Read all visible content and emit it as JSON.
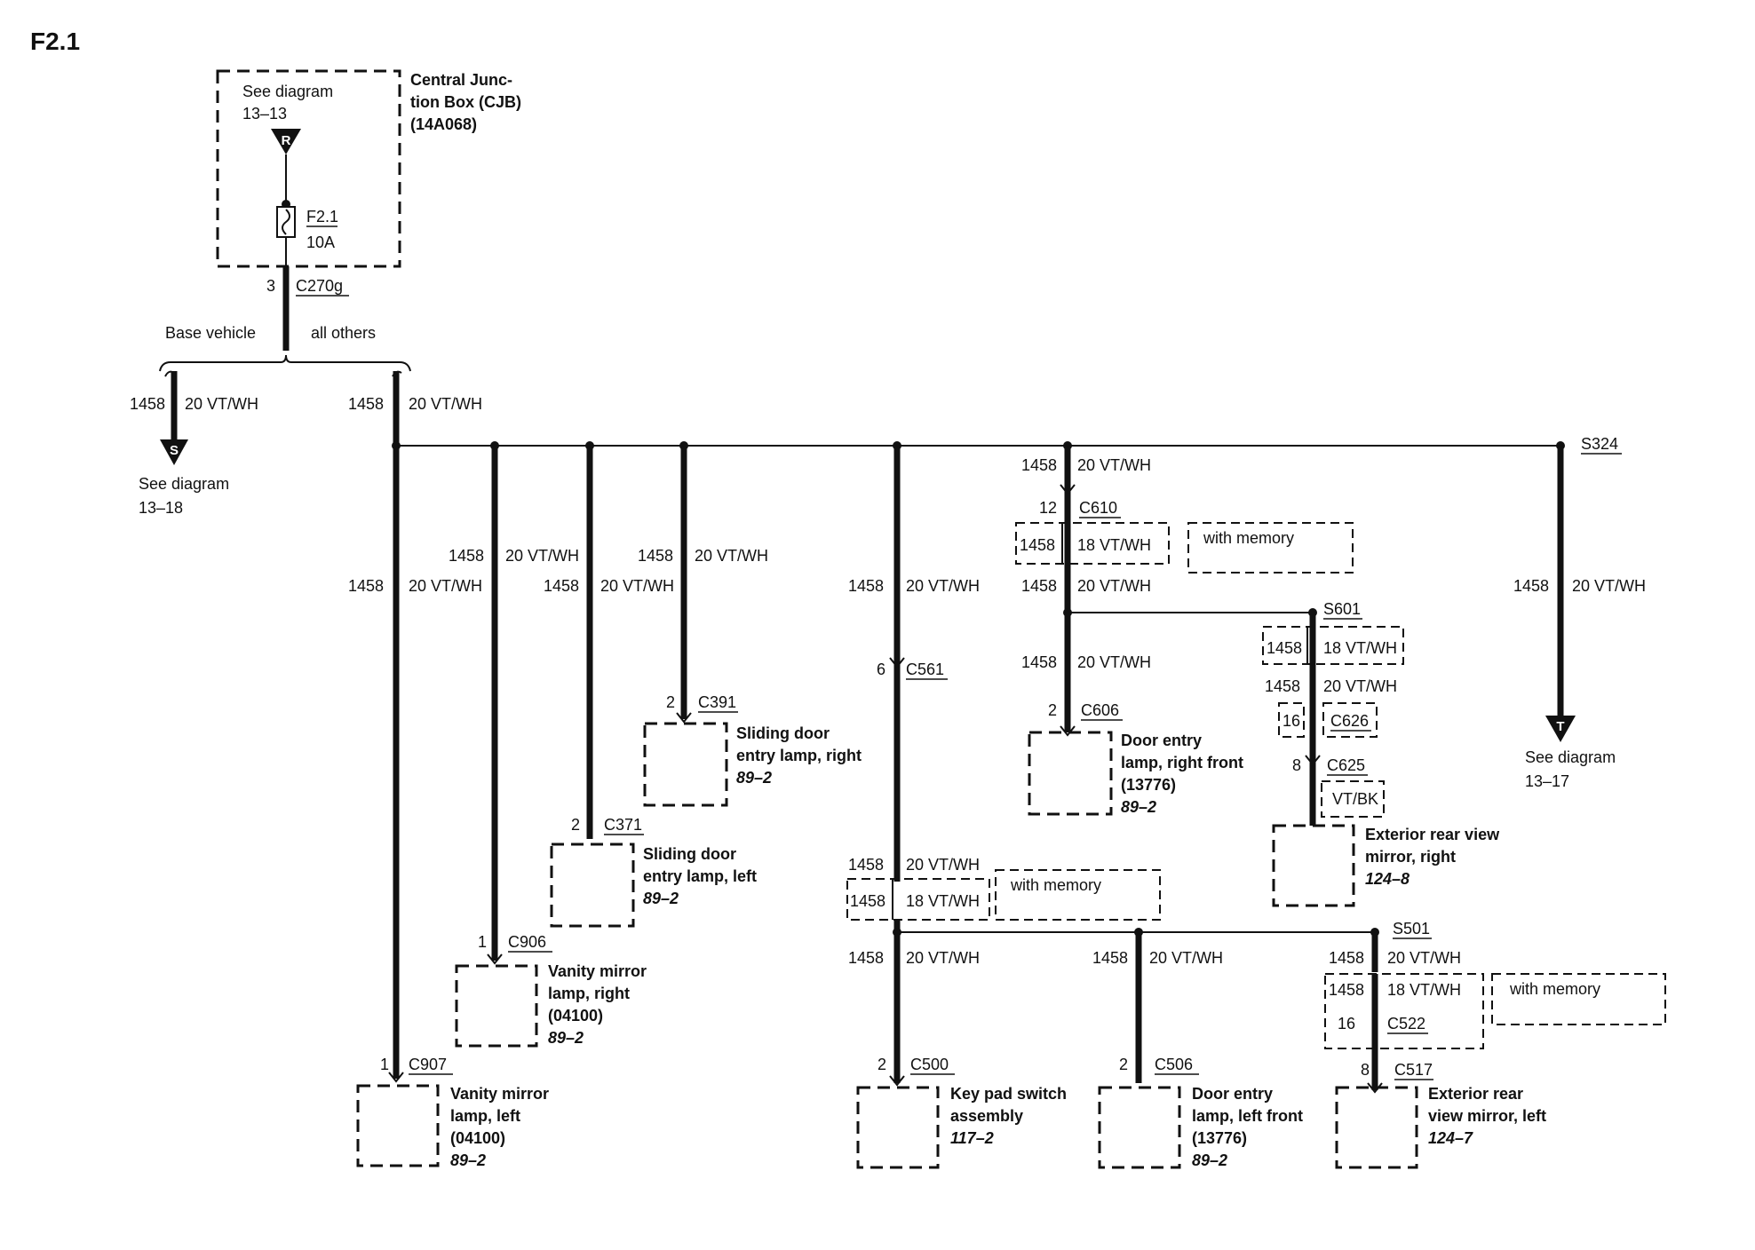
{
  "title": "F2.1",
  "cjb": {
    "see": "See diagram",
    "see_ref": "13–13",
    "marker": "R",
    "label": [
      "Central Junc-",
      "tion Box (CJB)",
      "(14A068)"
    ],
    "fuse": "F2.1",
    "amps": "10A",
    "pin": "3",
    "connector": "C270g"
  },
  "options": {
    "base": "Base vehicle",
    "others": "all others"
  },
  "wire": {
    "circuit": "1458",
    "gauge20": "20 VT/WH",
    "gauge18": "18 VT/WH",
    "vtbk": "VT/BK"
  },
  "memory": "with memory",
  "left_branch": {
    "marker": "S",
    "see": "See diagram",
    "see_ref": "13–18"
  },
  "right_branch": {
    "marker": "T",
    "see": "See diagram",
    "see_ref": "13–17",
    "splice": "S324"
  },
  "splices": {
    "s601": "S601",
    "s501": "S501"
  },
  "connectors": {
    "c907": {
      "pin": "1",
      "name": "C907"
    },
    "c906": {
      "pin": "1",
      "name": "C906"
    },
    "c371": {
      "pin": "2",
      "name": "C371"
    },
    "c391": {
      "pin": "2",
      "name": "C391"
    },
    "c561": {
      "pin": "6",
      "name": "C561"
    },
    "c610": {
      "pin": "12",
      "name": "C610"
    },
    "c606": {
      "pin": "2",
      "name": "C606"
    },
    "c626": {
      "pin": "16",
      "name": "C626"
    },
    "c625": {
      "pin": "8",
      "name": "C625"
    },
    "c500": {
      "pin": "2",
      "name": "C500"
    },
    "c506": {
      "pin": "2",
      "name": "C506"
    },
    "c522": {
      "pin": "16",
      "name": "C522"
    },
    "c517": {
      "pin": "8",
      "name": "C517"
    }
  },
  "components": {
    "vanity_left": {
      "lines": [
        "Vanity mirror",
        "lamp, left",
        "(04100)"
      ],
      "ref": "89–2"
    },
    "vanity_right": {
      "lines": [
        "Vanity mirror",
        "lamp, right",
        "(04100)"
      ],
      "ref": "89–2"
    },
    "slide_left": {
      "lines": [
        "Sliding door",
        "entry lamp, left"
      ],
      "ref": "89–2"
    },
    "slide_right": {
      "lines": [
        "Sliding door",
        "entry lamp, right"
      ],
      "ref": "89–2"
    },
    "keypad": {
      "lines": [
        "Key pad switch",
        "assembly"
      ],
      "ref": "117–2"
    },
    "door_right": {
      "lines": [
        "Door entry",
        "lamp, right front",
        "(13776)"
      ],
      "ref": "89–2"
    },
    "door_left": {
      "lines": [
        "Door entry",
        "lamp, left front",
        "(13776)"
      ],
      "ref": "89–2"
    },
    "mirror_right": {
      "lines": [
        "Exterior rear view",
        "mirror, right"
      ],
      "ref": "124–8"
    },
    "mirror_left": {
      "lines": [
        "Exterior rear",
        "view mirror, left"
      ],
      "ref": "124–7"
    }
  }
}
